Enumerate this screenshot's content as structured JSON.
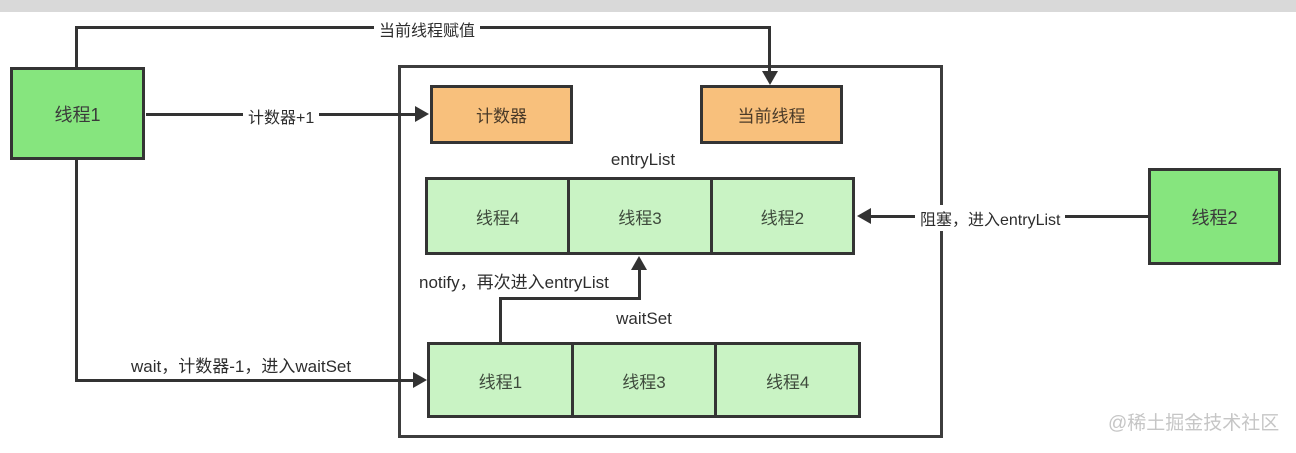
{
  "diagram": {
    "watermark": "@稀土掘金技术社区",
    "colors": {
      "thread_box_green": "#86e57e",
      "queue_cell_green": "#c9f3c4",
      "monitor_field_orange": "#f8c07c",
      "line": "#333333",
      "top_bar": "#d9d9d9"
    },
    "nodes": {
      "thread1": "线程1",
      "thread2": "线程2",
      "counter": "计数器",
      "current_thread": "当前线程"
    },
    "entry_list": {
      "title": "entryList",
      "cells": [
        "线程4",
        "线程3",
        "线程2"
      ]
    },
    "wait_set": {
      "title": "waitSet",
      "cells": [
        "线程1",
        "线程3",
        "线程4"
      ]
    },
    "edges": {
      "assign_label": "当前线程赋值",
      "counter_label": "计数器+1",
      "block_label": "阻塞，进入entryList",
      "notify_label": "notify，再次进入entryList",
      "wait_label": "wait，计数器-1，进入waitSet"
    }
  }
}
